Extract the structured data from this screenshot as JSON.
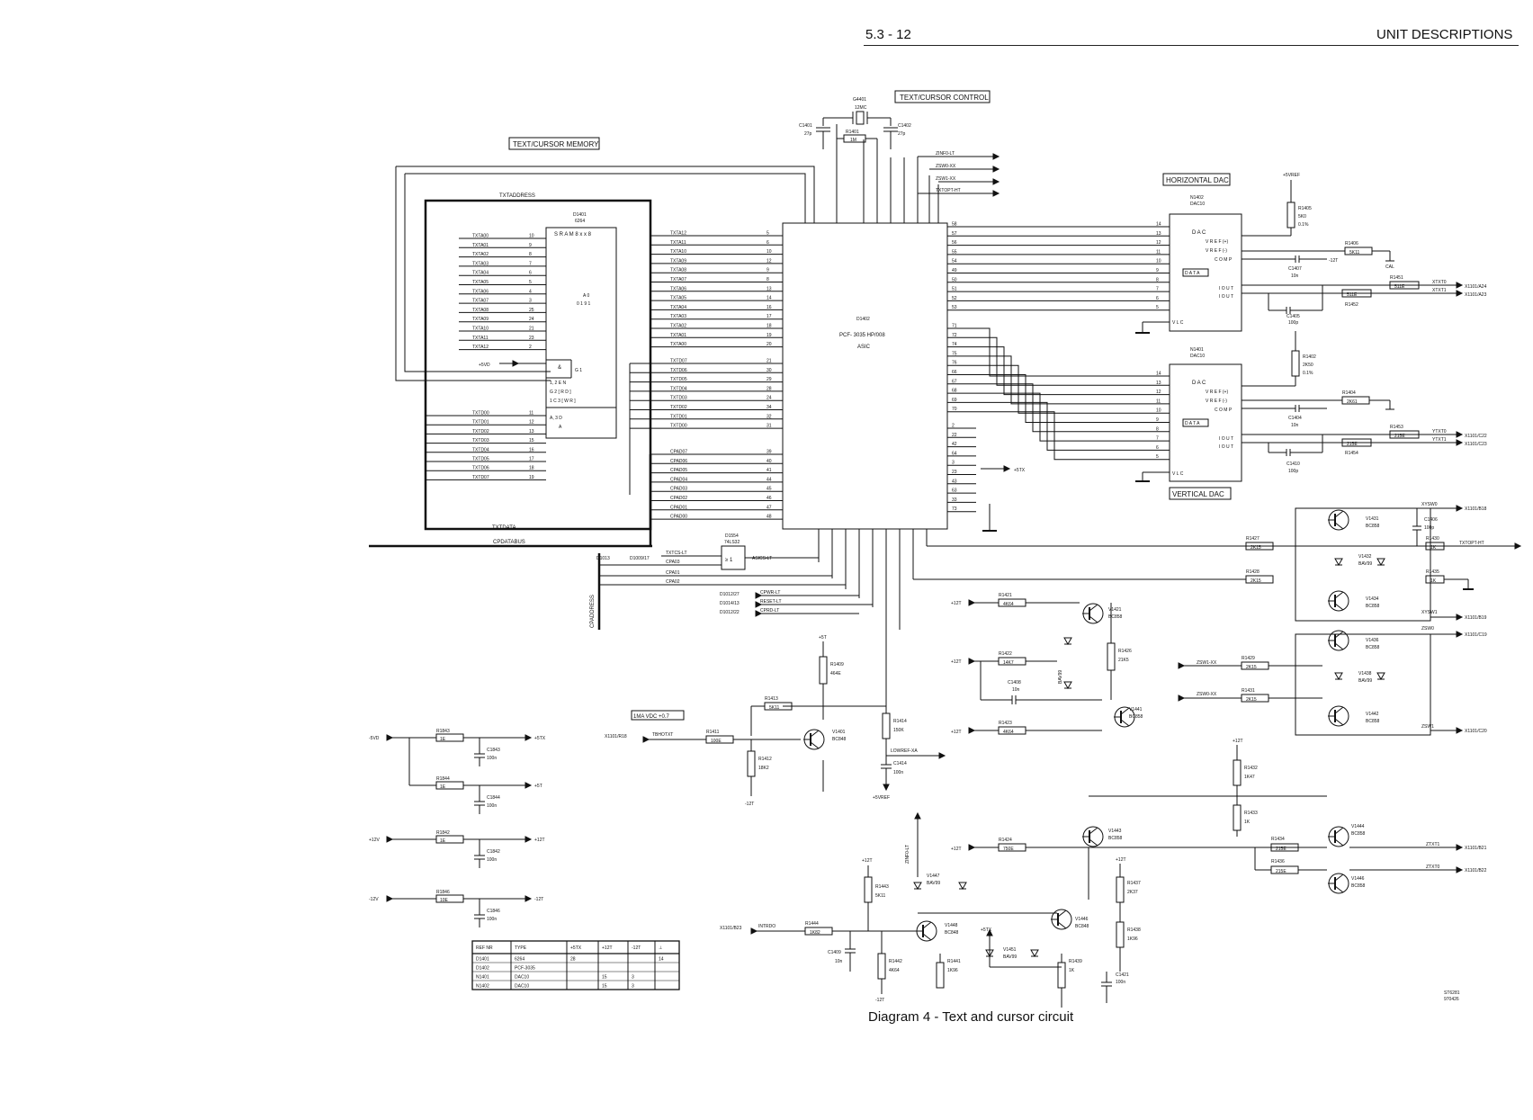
{
  "header": {
    "page_number": "5.3 - 12",
    "section_title": "UNIT DESCRIPTIONS"
  },
  "caption": "Diagram 4 -  Text and cursor circuit",
  "block_labels": {
    "text_cursor_control": "TEXT/CURSOR  CONTROL",
    "text_cursor_memory": "TEXT/CURSOR  MEMORY",
    "horizontal_dac": "HORIZONTAL  DAC",
    "vertical_dac": "VERTICAL  DAC",
    "ma_vdc": "1MA  VDC  +0.7"
  },
  "bus_labels": {
    "txtaddress": "TXTADDRESS",
    "txtdata": "TXTDATA",
    "cpdatabus": "CPDATABUS",
    "cpaddress": "CPADDRESS"
  },
  "sram": {
    "ref": "D1401",
    "type": "6264",
    "title": "S R A M  8 x x 8",
    "inner": [
      "A  0",
      "0 1 9 1",
      "&",
      "G 1",
      "1, 2 E N",
      "G 2 [ R D ]",
      "1 C 3 [ W R ]",
      "A, 3 D",
      "A"
    ],
    "address_pins": [
      {
        "name": "TXTA00",
        "pin": "10"
      },
      {
        "name": "TXTA01",
        "pin": "9"
      },
      {
        "name": "TXTA02",
        "pin": "8"
      },
      {
        "name": "TXTA03",
        "pin": "7"
      },
      {
        "name": "TXTA04",
        "pin": "6"
      },
      {
        "name": "TXTA05",
        "pin": "5"
      },
      {
        "name": "TXTA06",
        "pin": "4"
      },
      {
        "name": "TXTA07",
        "pin": "3"
      },
      {
        "name": "TXTA08",
        "pin": "25"
      },
      {
        "name": "TXTA09",
        "pin": "24"
      },
      {
        "name": "TXTA10",
        "pin": "21"
      },
      {
        "name": "TXTA11",
        "pin": "23"
      },
      {
        "name": "TXTA12",
        "pin": "2"
      }
    ],
    "data_pins": [
      {
        "name": "TXTD00",
        "pin": "11"
      },
      {
        "name": "TXTD01",
        "pin": "12"
      },
      {
        "name": "TXTD02",
        "pin": "13"
      },
      {
        "name": "TXTD03",
        "pin": "15"
      },
      {
        "name": "TXTD04",
        "pin": "16"
      },
      {
        "name": "TXTD05",
        "pin": "17"
      },
      {
        "name": "TXTD06",
        "pin": "18"
      },
      {
        "name": "TXTD07",
        "pin": "19"
      }
    ],
    "supply": "+5VD"
  },
  "asic": {
    "ref": "D1402",
    "type": "PCF- 3035  HP/008",
    "name": "ASIC",
    "address_inputs": [
      {
        "name": "TXTA12",
        "pin": "5"
      },
      {
        "name": "TXTA11",
        "pin": "6"
      },
      {
        "name": "TXTA10",
        "pin": "10"
      },
      {
        "name": "TXTA09",
        "pin": "12"
      },
      {
        "name": "TXTA08",
        "pin": "9"
      },
      {
        "name": "TXTA07",
        "pin": "8"
      },
      {
        "name": "TXTA06",
        "pin": "13"
      },
      {
        "name": "TXTA05",
        "pin": "14"
      },
      {
        "name": "TXTA04",
        "pin": "16"
      },
      {
        "name": "TXTA03",
        "pin": "17"
      },
      {
        "name": "TXTA02",
        "pin": "18"
      },
      {
        "name": "TXTA01",
        "pin": "19"
      },
      {
        "name": "TXTA00",
        "pin": "20"
      }
    ],
    "data_inputs": [
      {
        "name": "TXTD07",
        "pin": "21"
      },
      {
        "name": "TXTD06",
        "pin": "30"
      },
      {
        "name": "TXTD05",
        "pin": "29"
      },
      {
        "name": "TXTD04",
        "pin": "28"
      },
      {
        "name": "TXTD03",
        "pin": "24"
      },
      {
        "name": "TXTD02",
        "pin": "34"
      },
      {
        "name": "TXTD01",
        "pin": "32"
      },
      {
        "name": "TXTD00",
        "pin": "31"
      }
    ],
    "cpad_inputs": [
      {
        "name": "CPAD07",
        "pin": "39"
      },
      {
        "name": "CPAD06",
        "pin": "40"
      },
      {
        "name": "CPAD05",
        "pin": "41"
      },
      {
        "name": "CPAD04",
        "pin": "44"
      },
      {
        "name": "CPAD03",
        "pin": "45"
      },
      {
        "name": "CPAD02",
        "pin": "46"
      },
      {
        "name": "CPAD01",
        "pin": "47"
      },
      {
        "name": "CPAD00",
        "pin": "48"
      }
    ],
    "right_pins": [
      "58",
      "57",
      "56",
      "55",
      "54",
      "49",
      "50",
      "51",
      "52",
      "53",
      "71",
      "72",
      "74",
      "75",
      "76",
      "66",
      "67",
      "68",
      "69",
      "70",
      "2",
      "22",
      "42",
      "64",
      "3",
      "23",
      "43",
      "63",
      "33",
      "73"
    ],
    "top_outputs": [
      "ZINF0-LT",
      "ZSW0-XX",
      "ZSW1-XX",
      "TXTOPT-HT"
    ]
  },
  "control_signals": {
    "d1013": "D1013",
    "d1009": "D1009/17",
    "txtcs": "TXTCS-LT",
    "cpa03": "CPA03",
    "cpa01": "CPA01",
    "cpa02": "CPA02",
    "d1554": "D1554",
    "d1554_type": "74LS32",
    "asics": "ASICS-LT",
    "gate_sym": "≥ 1",
    "d1012_27": "D1012/27",
    "d1014_13": "D1014/13",
    "d1012_22": "D1012/22",
    "cpwr": "CPWR-LT",
    "reset": "RESET-LT",
    "cprd": "CPRD-LT"
  },
  "crystal": {
    "ref": "G4401",
    "freq": "12MC",
    "c1401": "C1401",
    "c1401_val": "27p",
    "c1402": "C1402",
    "c1402_val": "27p",
    "r1401": "R1401",
    "r1401_val": "1M"
  },
  "horizontal_dac": {
    "ref": "N1402",
    "type": "DAC10",
    "labels": [
      "D A C",
      "V R E F (+)",
      "V R E F (-)",
      "C O M P",
      "D A T A",
      "I  O U T",
      "I  O U T",
      "V L C"
    ],
    "r1405": "R1405",
    "r1405_val": "5K0",
    "r1405_tol": "0.1%",
    "r1406": "R1406",
    "r1406_val": "5K11",
    "c1407": "C1407",
    "c1407_val": "10n",
    "r1451": "R1451",
    "r1451_val": "511E",
    "r1452": "R1452",
    "r1452_val": "511E",
    "c1405": "C1405",
    "c1405_val": "100p",
    "txtx0": "XTXT0",
    "txtx1": "XTXT1",
    "x1101_a24": "X1101/A24",
    "x1101_a23": "X1101/A23",
    "svref": "+5VREF",
    "cal": "CAL",
    "m12t": "-12T"
  },
  "vertical_dac": {
    "ref": "N1401",
    "type": "DAC10",
    "r1402": "R1402",
    "r1402_val": "2K50",
    "r1402_tol": "0.1%",
    "r1404": "R1404",
    "r1404_val": "2K61",
    "c1404": "C1404",
    "c1404_val": "10n",
    "r1453": "R1453",
    "r1453_val": "215E",
    "r1454": "R1454",
    "r1454_val": "215E",
    "c1410": "C1410",
    "c1410_val": "100p",
    "ytxt0": "YTXT0",
    "ytxt1": "YTXT1",
    "x1101_c22": "X1101/C22",
    "x1101_c23": "X1101/C23",
    "p5t": "+5TX"
  },
  "switch_section": {
    "xysw0": "XYSW0",
    "xysw1": "XYSW1",
    "zsw0": "ZSW0",
    "zsw1": "ZSW1",
    "x1101_b18": "X1101/B18",
    "x1101_b19": "X1101/B19",
    "x1101_c19": "X1101/C19",
    "x1101_c20": "X1101/C20",
    "x1101_b21": "X1101/B21",
    "x1101_b22": "X1101/B22",
    "txtopt": "TXTOPT-HT",
    "ztxt1": "ZTXT1",
    "ztxt0": "ZTXT0",
    "zsw1xx": "ZSW1-XX",
    "zsw0xx": "ZSW0-XX",
    "v1431": "V1431",
    "v1432": "V1432",
    "v1434": "V1434",
    "v1436": "V1436",
    "v1438": "V1438",
    "v1442": "V1442",
    "v1421": "V1421",
    "v1441": "V1441",
    "v1443": "V1443",
    "v1444": "V1444",
    "v1446": "V1446",
    "v1447": "V1447",
    "v1448": "V1448",
    "v1451": "V1451",
    "v1401": "V1401",
    "bc858": "BC858",
    "bc848": "BC848",
    "bav99": "BAV99",
    "r1427": "R1427",
    "r1427_val": "2K15",
    "r1428": "R1428",
    "r1428_val": "2K15",
    "r1430": "R1430",
    "r1430_val": "1K",
    "r1435": "R1435",
    "r1435_val": "1K",
    "r1421": "R1421",
    "r1421_val": "4K64",
    "r1422": "R1422",
    "r1422_val": "14K7",
    "r1423": "R1423",
    "r1423_val": "4K64",
    "r1424": "R1424",
    "r1424_val": "750E",
    "r1426": "R1426",
    "r1426_val": "21K5",
    "r1429": "R1429",
    "r1429_val": "2K15",
    "r1431": "R1431",
    "r1431_val": "2K15",
    "r1432": "R1432",
    "r1432_val": "1K47",
    "r1433": "R1433",
    "r1433_val": "1K",
    "r1434": "R1434",
    "r1434_val": "215E",
    "r1436": "R1436",
    "r1436_val": "215E",
    "r1437": "R1437",
    "r1437_val": "2K37",
    "r1438": "R1438",
    "r1438_val": "1K96",
    "r1439": "R1439",
    "r1439_val": "1K",
    "r1441": "R1441",
    "r1441_val": "1K96",
    "r1442": "R1442",
    "r1442_val": "4K64",
    "r1443": "R1443",
    "r1443_val": "5K11",
    "r1444": "R1444",
    "r1444_val": "1K82",
    "c1406": "C1406",
    "c1406_val": "100p",
    "c1408": "C1408",
    "c1408_val": "10n",
    "c1409": "C1409",
    "c1409_val": "10n",
    "c1421": "C1421",
    "c1421_val": "100n",
    "p12t": "+12T",
    "m12t": "-12T",
    "p5tx": "+5TX",
    "zinf0": "ZINF0-LT",
    "x1101_b23": "X1101/B23",
    "intrdo": "INTRDO"
  },
  "blanking_section": {
    "r1409": "R1409",
    "r1409_val": "464E",
    "r1413": "R1413",
    "r1413_val": "5K11",
    "r1411": "R1411",
    "r1411_val": "100E",
    "r1412": "R1412",
    "r1412_val": "18K2",
    "r1414": "R1414",
    "r1414_val": "150K",
    "c1414": "C1414",
    "c1414_val": "100n",
    "x1101_r18": "X1101/R18",
    "tbhotxt": "TBHOTXT",
    "lowref": "LOWREF-XA",
    "p5t": "+5T",
    "m12t": "-12T",
    "svref": "+5VREF"
  },
  "supplies": [
    {
      "in": "-5VD",
      "r": "R1843",
      "rv": "1E",
      "c": "C1843",
      "cv": "100n",
      "out": "+5TX"
    },
    {
      "in": "",
      "r": "R1844",
      "rv": "1E",
      "c": "C1844",
      "cv": "100n",
      "out": "+5T"
    },
    {
      "in": "+12V",
      "r": "R1842",
      "rv": "1E",
      "c": "C1842",
      "cv": "100n",
      "out": "+12T"
    },
    {
      "in": "-12V",
      "r": "R1846",
      "rv": "10E",
      "c": "C1846",
      "cv": "100n",
      "out": "-12T"
    }
  ],
  "ref_table": {
    "headers": [
      "REF  NR",
      "TYPE",
      "+5TX",
      "+12T",
      "-12T",
      "⊥"
    ],
    "rows": [
      [
        "D1401",
        "6264",
        "28",
        "",
        "",
        "14"
      ],
      [
        "D1402",
        "PCF-3035",
        "",
        "",
        "",
        ""
      ],
      [
        "N1401",
        "DAC10",
        "",
        "15",
        "3",
        ""
      ],
      [
        "N1402",
        "DAC10",
        "",
        "15",
        "3",
        ""
      ]
    ]
  },
  "drawing_id": [
    "ST6281",
    "970426"
  ],
  "colors": {
    "ink": "#111111",
    "paper": "#ffffff"
  }
}
